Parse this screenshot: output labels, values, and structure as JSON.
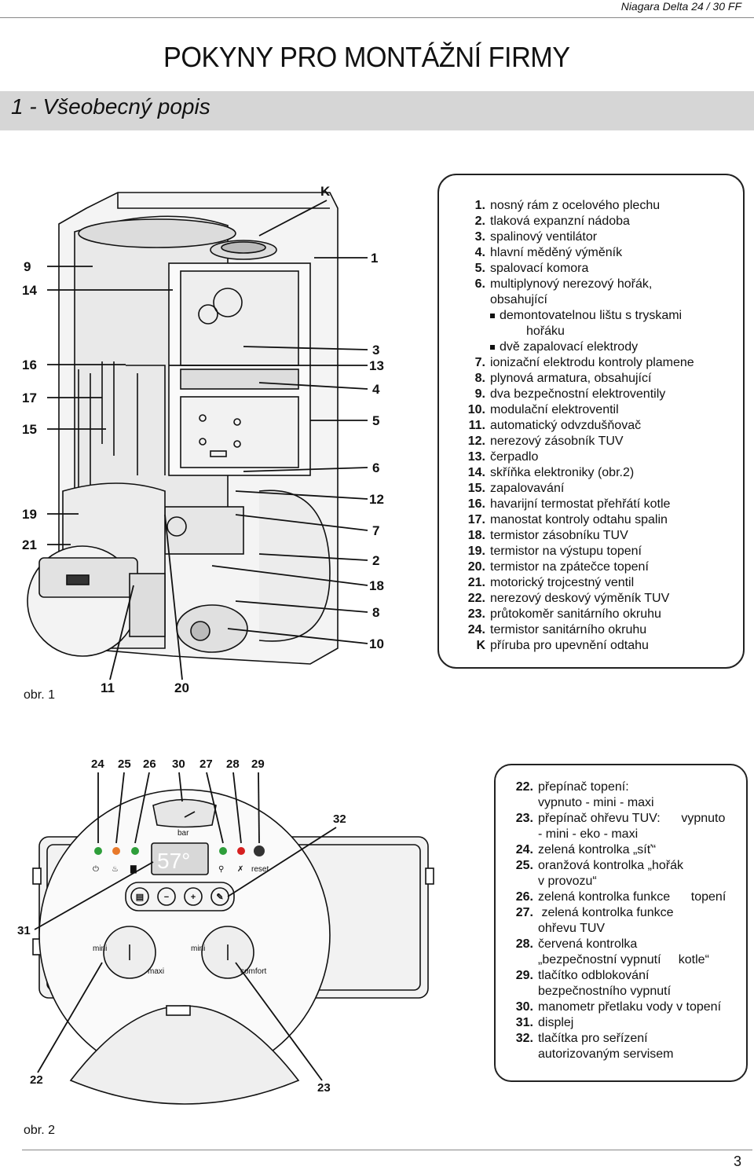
{
  "header": {
    "doc_title": "Niagara Delta 24 / 30 FF"
  },
  "main_title": "POKYNY PRO MONTÁŽNÍ FIRMY",
  "section_title": "1 - Všeobecný popis",
  "figure1": {
    "caption": "obr. 1",
    "callouts_left": [
      "9",
      "14",
      "16",
      "17",
      "15",
      "19",
      "21"
    ],
    "callouts_right": [
      "1",
      "3",
      "13",
      "4",
      "5",
      "6",
      "12",
      "7",
      "2",
      "18",
      "8",
      "10"
    ],
    "callout_top": "K",
    "callouts_bottom": [
      "11",
      "20"
    ]
  },
  "legend1": {
    "items": [
      {
        "num": "1.",
        "text": "nosný rám z ocelového plechu"
      },
      {
        "num": "2.",
        "text": "tlaková expanzní nádoba"
      },
      {
        "num": "3.",
        "text": "spalinový ventilátor"
      },
      {
        "num": "4.",
        "text": "hlavní měděný výměník"
      },
      {
        "num": "5.",
        "text": "spalovací komora"
      },
      {
        "num": "6.",
        "text": "multiplynový nerezový hořák,"
      },
      {
        "num": "",
        "text": "obsahující"
      },
      {
        "num": "",
        "text": "demontovatelnou lištu s tryskami",
        "bullet": true
      },
      {
        "num": "",
        "text": "hořáku",
        "sub": true
      },
      {
        "num": "",
        "text": "dvě zapalovací elektrody",
        "bullet": true
      },
      {
        "num": "7.",
        "text": "ionizační elektrodu kontroly plamene"
      },
      {
        "num": "8.",
        "text": "plynová armatura, obsahující"
      },
      {
        "num": "9.",
        "text": "dva bezpečnostní elektroventily"
      },
      {
        "num": "10.",
        "text": "modulační elektroventil"
      },
      {
        "num": "11.",
        "text": "automatický odvzdušňovač"
      },
      {
        "num": "12.",
        "text": "nerezový zásobník TUV"
      },
      {
        "num": "13.",
        "text": "čerpadlo"
      },
      {
        "num": "14.",
        "text": "skříňka elektroniky (obr.2)"
      },
      {
        "num": "15.",
        "text": "zapalovavání"
      },
      {
        "num": "16.",
        "text": "havarijní termostat přehřátí kotle"
      },
      {
        "num": "17.",
        "text": "manostat kontroly odtahu spalin"
      },
      {
        "num": "18.",
        "text": "termistor zásobníku TUV"
      },
      {
        "num": "19.",
        "text": "termistor na výstupu topení"
      },
      {
        "num": "20.",
        "text": "termistor na zpátečce topení"
      },
      {
        "num": "21.",
        "text": "motorický trojcestný ventil"
      },
      {
        "num": "22.",
        "text": "nerezový deskový výměník TUV"
      },
      {
        "num": "23.",
        "text": "průtokoměr sanitárního okruhu"
      },
      {
        "num": "24.",
        "text": "termistor sanitárního okruhu"
      },
      {
        "num": "K",
        "text": "příruba pro upevnění odtahu"
      }
    ]
  },
  "figure2": {
    "caption": "obr. 2",
    "callouts_top": [
      "24",
      "25",
      "26",
      "30",
      "27",
      "28",
      "29"
    ],
    "callout_32": "32",
    "callout_31": "31",
    "callout_22": "22",
    "callout_23": "23",
    "display_value": "57°",
    "small_labels": {
      "bar": "bar",
      "reset": "reset",
      "mini_left": "mini",
      "maxi_left": "maxi",
      "mini_right": "mini",
      "comfort": "comfort"
    }
  },
  "legend2": {
    "items": [
      {
        "num": "22.",
        "text": "přepínač topení:"
      },
      {
        "num": "",
        "text": "vypnuto - mini - maxi"
      },
      {
        "num": "23.",
        "text": "přepínač ohřevu TUV:      vypnuto"
      },
      {
        "num": "",
        "text": "- mini - eko - maxi"
      },
      {
        "num": "24.",
        "text": "zelená kontrolka „síť“"
      },
      {
        "num": "25.",
        "text": "oranžová kontrolka „hořák"
      },
      {
        "num": "",
        "text": "v provozu“"
      },
      {
        "num": "26.",
        "text": "zelená kontrolka funkce      topení"
      },
      {
        "num": "27.",
        "text": " zelená kontrolka funkce"
      },
      {
        "num": "",
        "text": "ohřevu TUV"
      },
      {
        "num": "28.",
        "text": "červená kontrolka"
      },
      {
        "num": "",
        "text": "„bezpečnostní vypnutí     kotle“"
      },
      {
        "num": "29.",
        "text": "tlačítko odblokování"
      },
      {
        "num": "",
        "text": "bezpečnostního vypnutí"
      },
      {
        "num": "30.",
        "text": "manometr přetlaku vody v topení"
      },
      {
        "num": "31.",
        "text": "displej"
      },
      {
        "num": "32.",
        "text": "tlačítka pro seřízení"
      },
      {
        "num": "",
        "text": "autorizovaným servisem"
      }
    ]
  },
  "footer": {
    "page_number": "3"
  },
  "colors": {
    "led_green": "#2e9e3a",
    "led_orange": "#e8792a",
    "led_red": "#d62020",
    "section_bar": "#d6d6d6"
  }
}
